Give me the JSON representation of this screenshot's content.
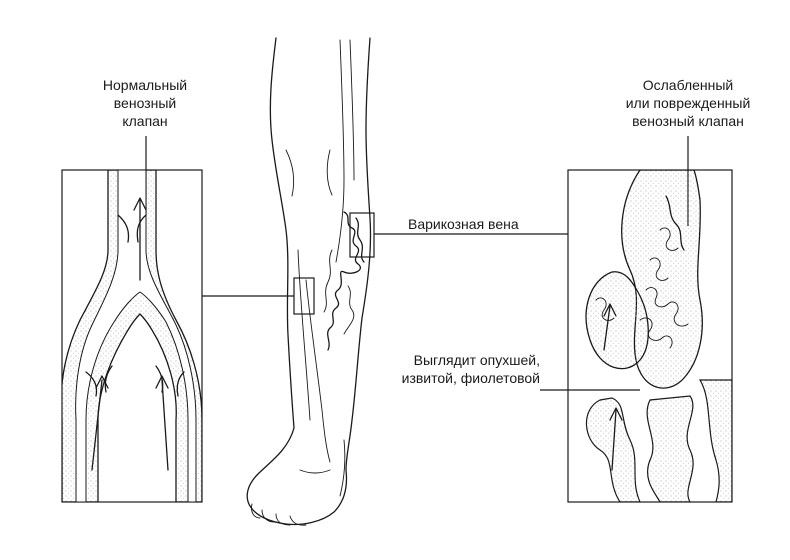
{
  "labels": {
    "normal_valve": [
      "Нормальный",
      "венозный",
      "клапан"
    ],
    "weak_valve": [
      "Ослабленный",
      "или поврежденный",
      "венозный клапан"
    ],
    "varicose_vein": "Варикозная вена",
    "swollen": [
      "Выглядит опухшей,",
      "извитой, фиолетовой"
    ]
  },
  "colors": {
    "ink": "#1a1a1a",
    "stipple": "#9a9a9a",
    "background": "#ffffff"
  }
}
